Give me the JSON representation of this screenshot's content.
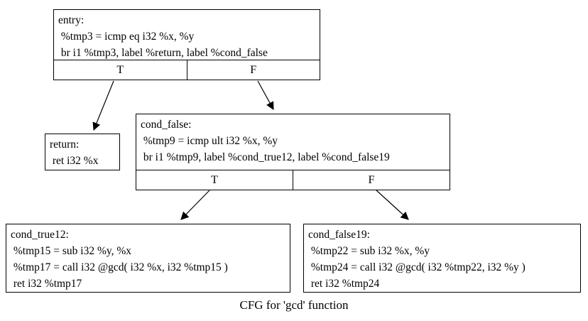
{
  "caption": "CFG for 'gcd' function",
  "nodes": {
    "entry": {
      "lines": [
        "entry:",
        " %tmp3 = icmp eq i32 %x, %y",
        " br i1 %tmp3, label %return, label %cond_false"
      ],
      "true_label": "T",
      "false_label": "F"
    },
    "return": {
      "lines": [
        "return:",
        " ret i32 %x"
      ]
    },
    "cond_false": {
      "lines": [
        "cond_false:",
        " %tmp9 = icmp ult i32 %x, %y",
        " br i1 %tmp9, label %cond_true12, label %cond_false19"
      ],
      "true_label": "T",
      "false_label": "F"
    },
    "cond_true12": {
      "lines": [
        "cond_true12:",
        " %tmp15 = sub i32 %y, %x",
        " %tmp17 = call i32 @gcd( i32 %x, i32 %tmp15 )",
        " ret i32 %tmp17"
      ]
    },
    "cond_false19": {
      "lines": [
        "cond_false19:",
        " %tmp22 = sub i32 %x, %y",
        " %tmp24 = call i32 @gcd( i32 %tmp22, i32 %y )",
        " ret i32 %tmp24"
      ]
    }
  },
  "edges": [
    {
      "from": "entry",
      "branch": "T",
      "to": "return"
    },
    {
      "from": "entry",
      "branch": "F",
      "to": "cond_false"
    },
    {
      "from": "cond_false",
      "branch": "T",
      "to": "cond_true12"
    },
    {
      "from": "cond_false",
      "branch": "F",
      "to": "cond_false19"
    }
  ],
  "colors": {
    "node_border": "#000000",
    "node_fill": "#ffffff",
    "text": "#000000",
    "background": "#ffffff"
  }
}
